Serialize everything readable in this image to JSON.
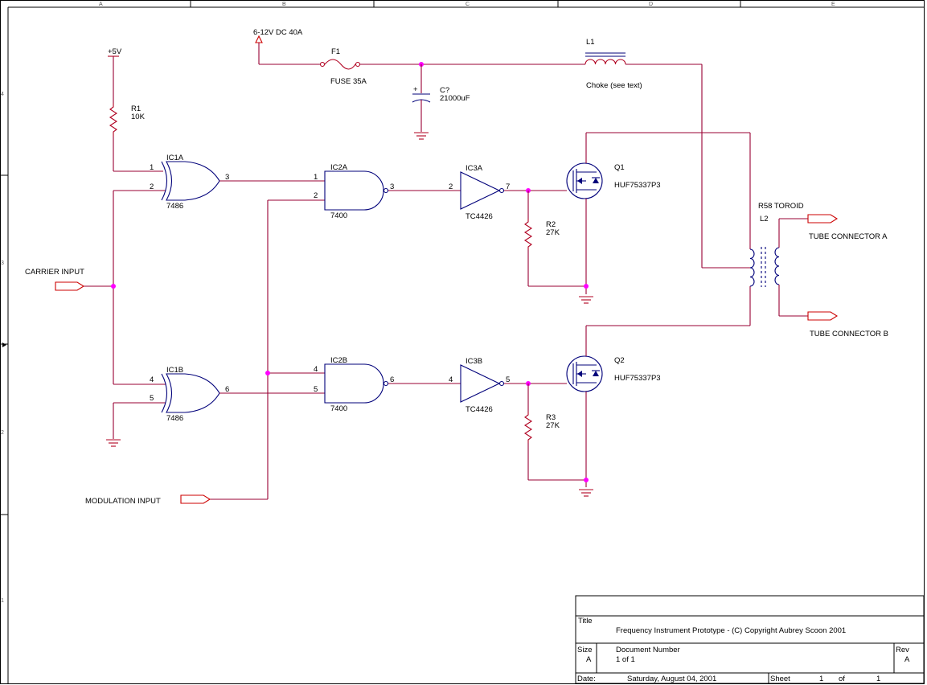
{
  "frame": {
    "col_labels": [
      "A",
      "B",
      "C",
      "D",
      "E"
    ],
    "row_labels": [
      "4",
      "3",
      "2",
      "1"
    ]
  },
  "power": {
    "vcc": "+5V",
    "supply": "6-12V DC 40A"
  },
  "ports": {
    "carrier": "CARRIER INPUT",
    "modulation": "MODULATION INPUT",
    "tube_a": "TUBE CONNECTOR A",
    "tube_b": "TUBE CONNECTOR B"
  },
  "parts": {
    "r1": {
      "ref": "R1",
      "value": "10K"
    },
    "f1": {
      "ref": "F1",
      "value": "FUSE 35A"
    },
    "c1": {
      "ref": "C?",
      "value": "21000uF",
      "polarity": "+"
    },
    "l1": {
      "ref": "L1",
      "value": "Choke (see text)"
    },
    "ic1a": {
      "ref": "IC1A",
      "value": "7486",
      "pins": [
        "1",
        "2",
        "3"
      ]
    },
    "ic1b": {
      "ref": "IC1B",
      "value": "7486",
      "pins": [
        "4",
        "5",
        "6"
      ]
    },
    "ic2a": {
      "ref": "IC2A",
      "value": "7400",
      "pins": [
        "1",
        "2",
        "3"
      ]
    },
    "ic2b": {
      "ref": "IC2B",
      "value": "7400",
      "pins": [
        "4",
        "5",
        "6"
      ]
    },
    "ic3a": {
      "ref": "IC3A",
      "value": "TC4426",
      "pins": [
        "2",
        "7"
      ]
    },
    "ic3b": {
      "ref": "IC3B",
      "value": "TC4426",
      "pins": [
        "4",
        "5"
      ]
    },
    "r2": {
      "ref": "R2",
      "value": "27K"
    },
    "r3": {
      "ref": "R3",
      "value": "27K"
    },
    "q1": {
      "ref": "Q1",
      "value": "HUF75337P3"
    },
    "q2": {
      "ref": "Q2",
      "value": "HUF75337P3"
    },
    "l2": {
      "ref": "L2",
      "value": "R58 TOROID"
    }
  },
  "title_block": {
    "title_label": "Title",
    "title": "Frequency Instrument Prototype - (C) Copyright Aubrey Scoon 2001",
    "size_label": "Size",
    "size": "A",
    "docnum_label": "Document Number",
    "docnum": "1 of 1",
    "rev_label": "Rev",
    "rev": "A",
    "date_label": "Date:",
    "date": "Saturday, August 04, 2001",
    "sheet_label": "Sheet",
    "sheet": "1",
    "of_label": "of",
    "of": "1"
  },
  "colors": {
    "wire": "#990033",
    "part": "#00007a",
    "junction": "#ff00ff",
    "port": "#cc0000"
  }
}
